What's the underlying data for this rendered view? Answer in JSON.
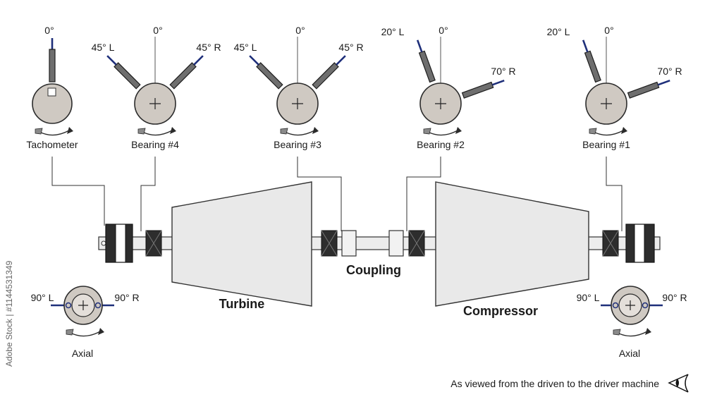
{
  "diagram": {
    "sensors": [
      {
        "label": "Tachometer",
        "probes": [
          "0°"
        ]
      },
      {
        "label": "Bearing #4",
        "probes": [
          "45° L",
          "0°",
          "45° R"
        ]
      },
      {
        "label": "Bearing #3",
        "probes": [
          "45° L",
          "0°",
          "45° R"
        ]
      },
      {
        "label": "Bearing #2",
        "probes": [
          "20° L",
          "0°",
          "70° R"
        ]
      },
      {
        "label": "Bearing #1",
        "probes": [
          "20° L",
          "0°",
          "70° R"
        ]
      }
    ],
    "axial": [
      {
        "label": "Axial",
        "left": "90° L",
        "right": "90° R"
      },
      {
        "label": "Axial",
        "left": "90° L",
        "right": "90° R"
      }
    ],
    "components": {
      "turbine": "Turbine",
      "coupling": "Coupling",
      "compressor": "Compressor"
    },
    "footer_note": "As viewed from the driven to the driver machine",
    "watermark": "Adobe Stock | #1144531349"
  }
}
